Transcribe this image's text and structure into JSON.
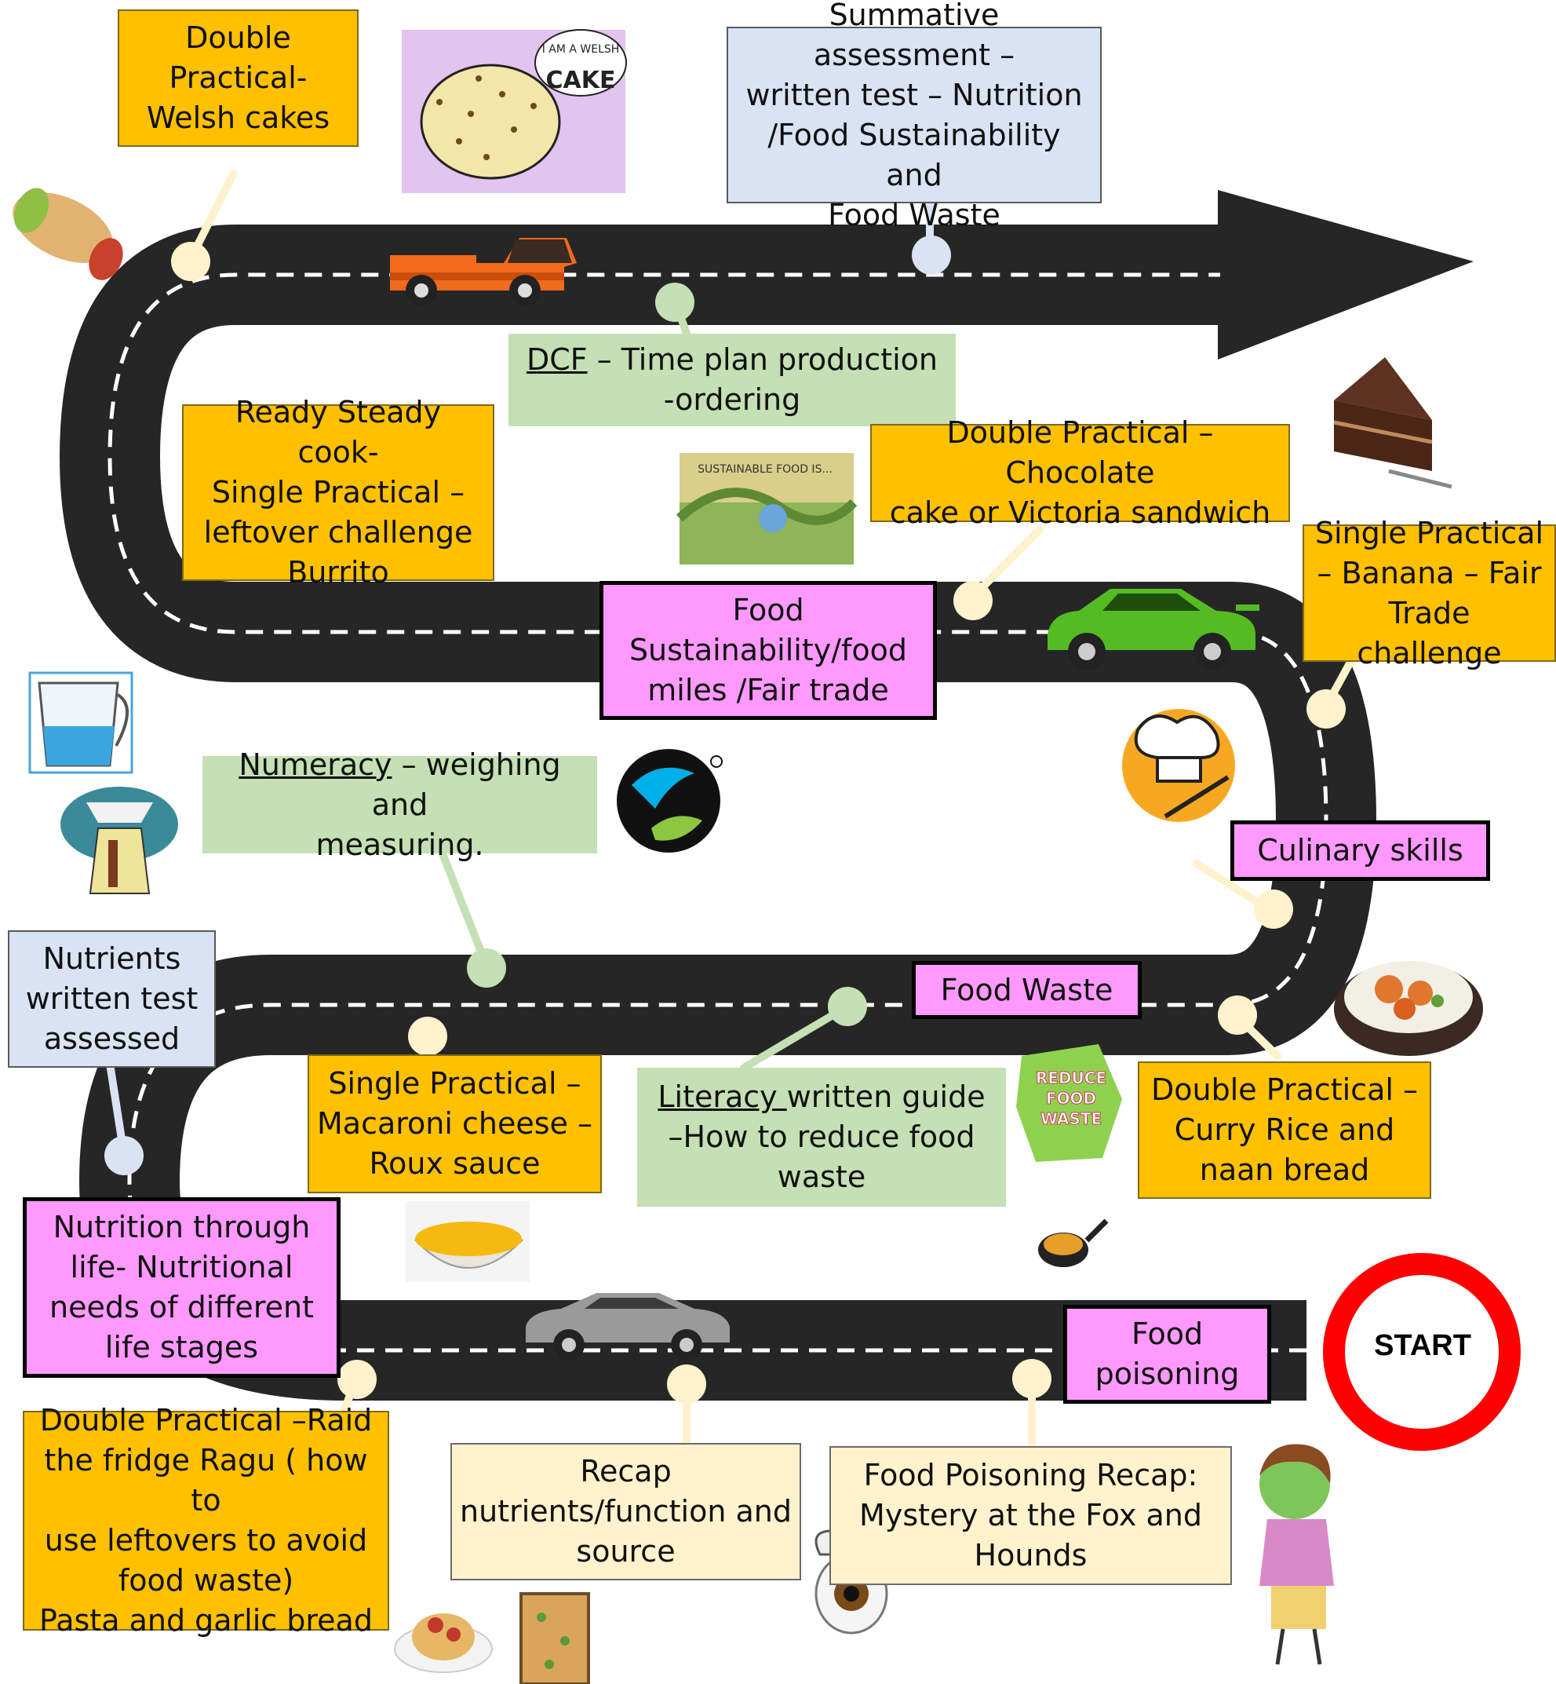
{
  "start_label": "START",
  "colors": {
    "road": "#262626",
    "road_marking": "#ffffff",
    "practical": "#FFC000",
    "cross_curricular": "#C5E0B4",
    "assessment": "#DAE3F3",
    "topic": "#FF99FF",
    "recap": "#FFF2CC",
    "start_ring": "#FF0000"
  },
  "stages": {
    "welsh_cakes": [
      "Double",
      "Practical-",
      "Welsh cakes"
    ],
    "summative": [
      "Summative assessment –",
      "written test – Nutrition",
      "/Food Sustainability and",
      "Food Waste"
    ],
    "dcf": {
      "link": "DCF",
      "rest": " – Time plan production",
      "line2": "-ordering"
    },
    "burrito": [
      "Ready Steady cook-",
      "Single Practical –",
      "leftover challenge",
      "Burrito"
    ],
    "chocolate_cake": [
      "Double Practical – Chocolate",
      "cake or Victoria sandwich"
    ],
    "fair_trade_challenge": [
      "Single Practical",
      "– Banana – Fair",
      "Trade challenge"
    ],
    "sustainability": [
      "Food",
      "Sustainability/food",
      "miles /Fair trade"
    ],
    "numeracy": {
      "link": "Numeracy",
      "rest": " – weighing and",
      "line2": "measuring."
    },
    "culinary": [
      "Culinary skills"
    ],
    "nutrients_test": [
      "Nutrients",
      "written test",
      "assessed"
    ],
    "food_waste": [
      "Food Waste"
    ],
    "macaroni": [
      "Single Practical –",
      "Macaroni cheese –",
      "Roux sauce"
    ],
    "literacy": {
      "link": "Literacy ",
      "rest": "written guide",
      "line2": "–How to reduce food",
      "line3": "waste"
    },
    "curry": [
      "Double Practical –",
      "Curry Rice and",
      "naan bread"
    ],
    "nutrition_life": [
      "Nutrition through",
      "life- Nutritional",
      "needs of different",
      "life stages"
    ],
    "food_poisoning": [
      "Food",
      "poisoning"
    ],
    "ragu": [
      "Double Practical –Raid",
      "the fridge Ragu ( how to",
      "use leftovers to avoid",
      "food waste)",
      "Pasta and garlic bread"
    ],
    "recap_nutrients": [
      "Recap",
      "nutrients/function and",
      "source"
    ],
    "food_poisoning_recap": [
      "Food Poisoning Recap:",
      "Mystery at the Fox and",
      "Hounds"
    ]
  },
  "illustrations": {
    "welsh_cake_speech": [
      "I AM",
      "A",
      "WELSH",
      "CAKE"
    ],
    "poster_title": "SUSTAINABLE FOOD IS...",
    "reduce_waste_sticker": [
      "REDUCE",
      "FOOD",
      "WASTE"
    ]
  }
}
